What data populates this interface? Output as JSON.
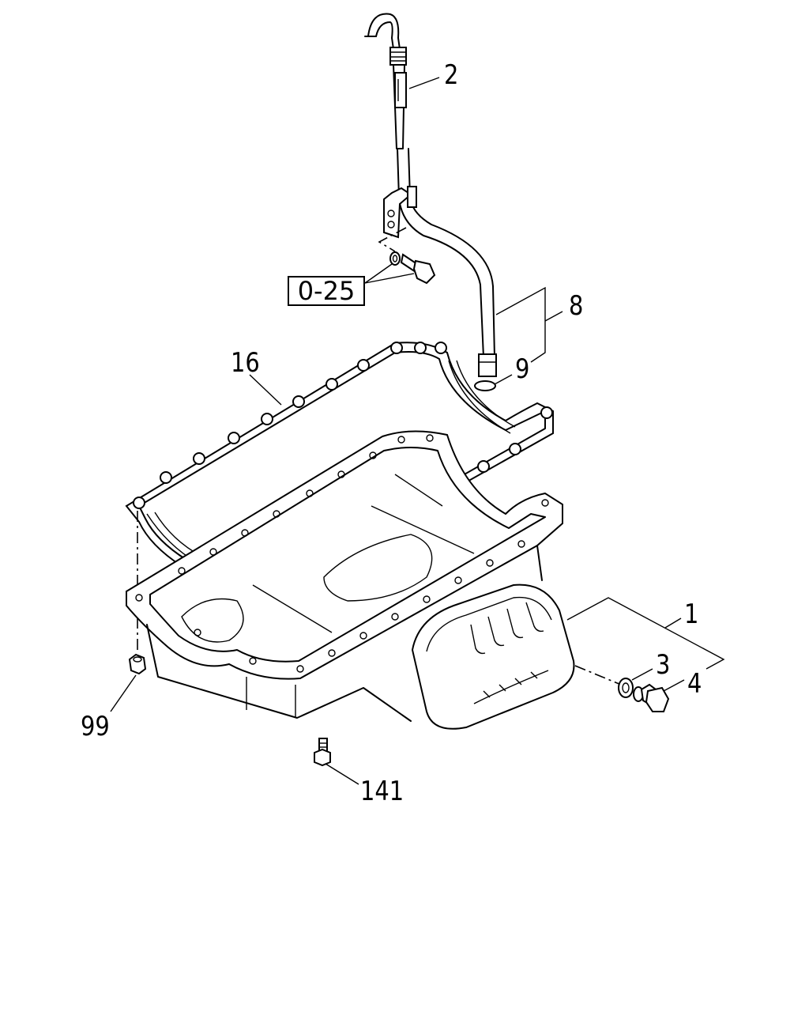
{
  "callouts": {
    "oil_pan": "1",
    "dipstick": "2",
    "washer": "3",
    "drain_plug": "4",
    "guide_tube_assembly": "8",
    "o_ring": "9",
    "gasket": "16",
    "nut": "99",
    "bolt": "141"
  },
  "reference": {
    "group_ref": "0-25"
  },
  "colors": {
    "line": "#000000",
    "background": "#ffffff"
  }
}
